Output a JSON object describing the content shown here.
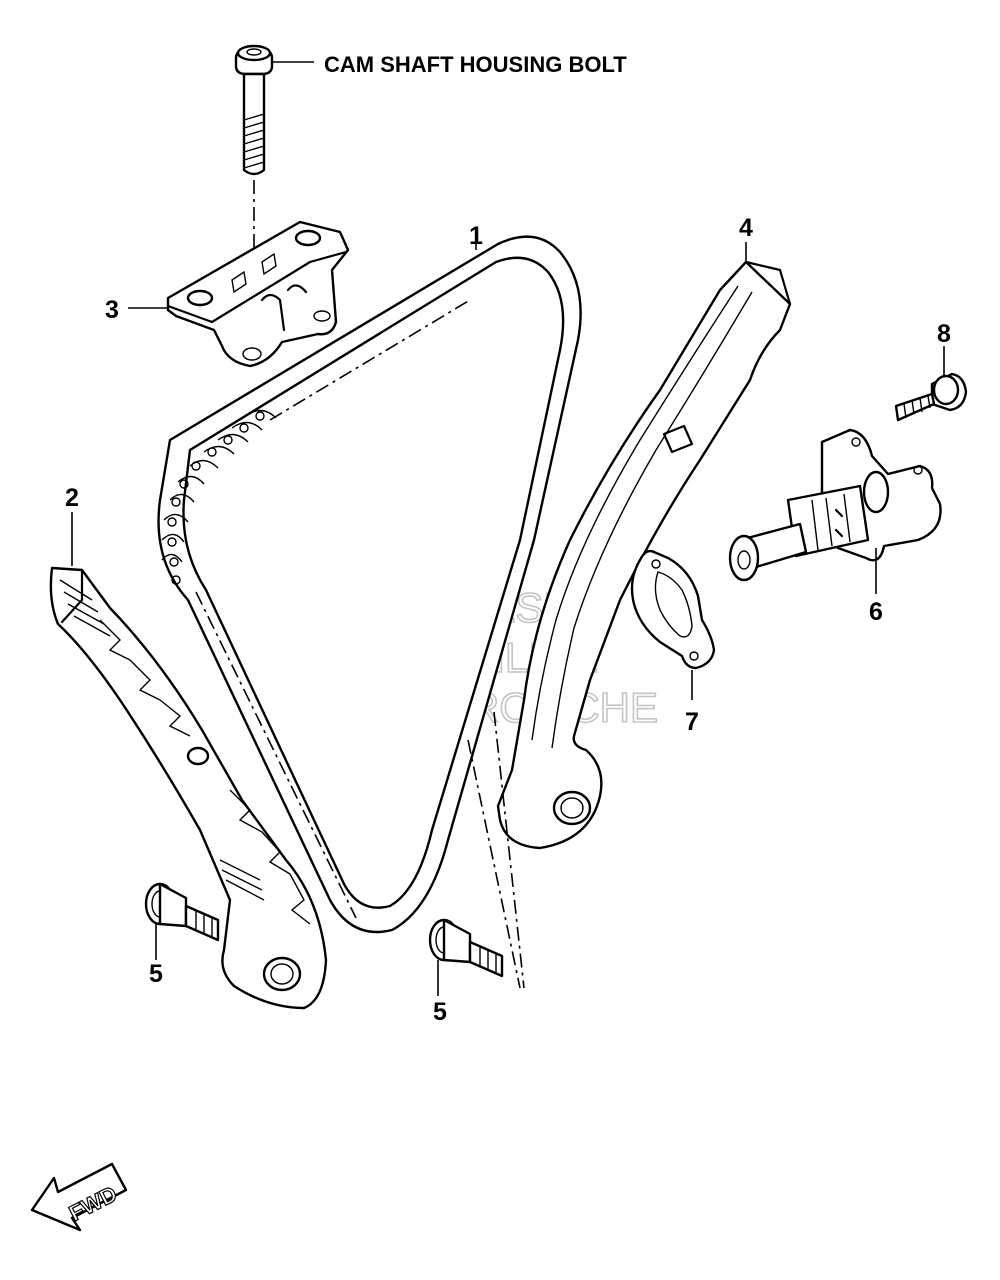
{
  "header_label": "CAM SHAFT HOUSING BOLT",
  "callouts": [
    "1",
    "2",
    "3",
    "4",
    "5",
    "5",
    "6",
    "7",
    "8"
  ],
  "watermark": [
    "HLSM",
    "ONLINE",
    "MICROFICHE"
  ],
  "direction_label": "FWD"
}
